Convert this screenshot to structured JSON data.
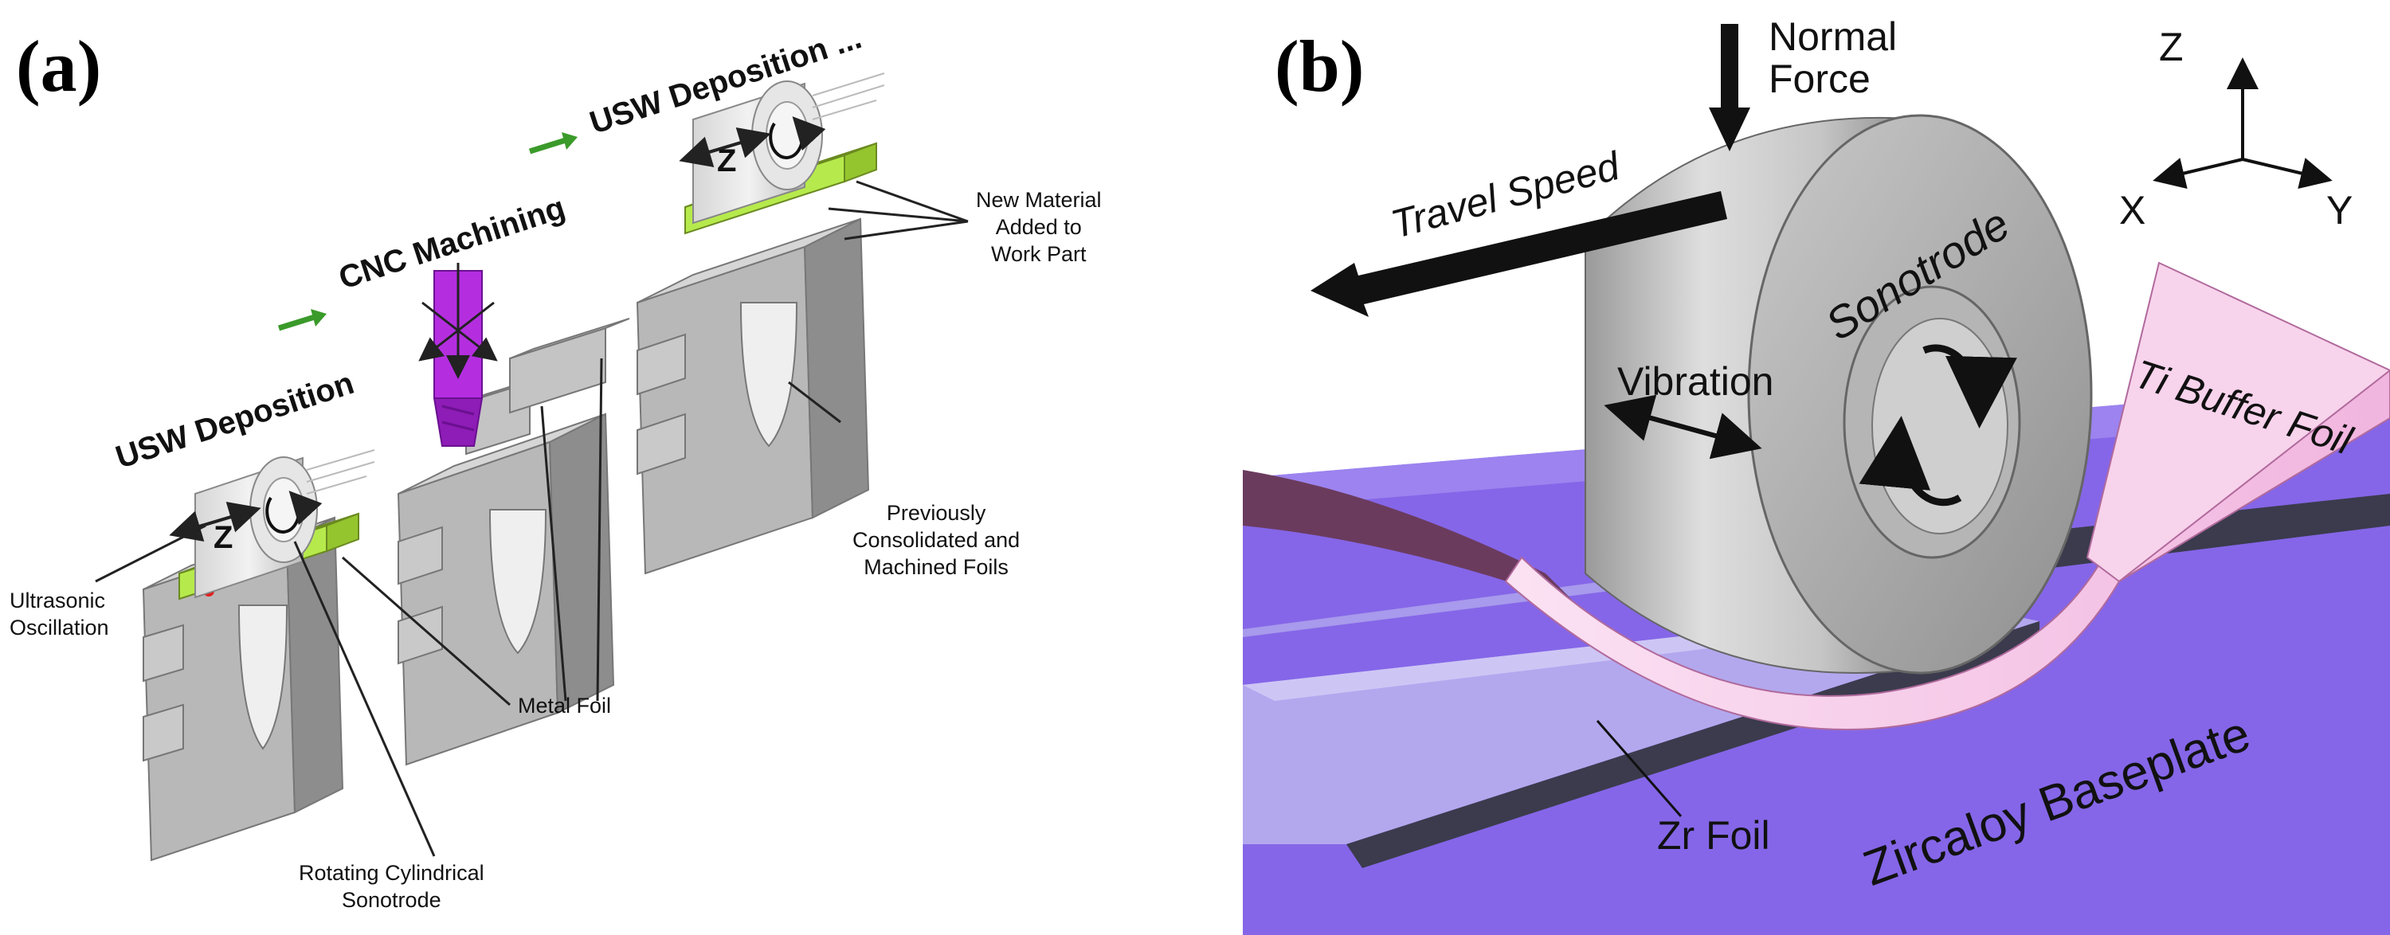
{
  "panel_a": {
    "label": "(a)",
    "stages": {
      "first": "USW Deposition",
      "second": "CNC Machining",
      "third": "USW Deposition ..."
    },
    "callouts": {
      "ultrasonic": "Ultrasonic\nOscillation",
      "rotating": "Rotating Cylindrical\nSonotrode",
      "metal_foil": "Metal Foil",
      "previously": "Previously\nConsolidated and\nMachined Foils",
      "new_material": "New Material\nAdded to\nWork Part"
    },
    "glyph": "Z",
    "colors": {
      "foil": "#b6ea4c",
      "tool": "#b42ee0",
      "part": "#a9a9a9",
      "arrow": "#3a9a2a"
    }
  },
  "panel_b": {
    "label": "(b)",
    "labels": {
      "normal_force": "Normal\nForce",
      "travel_speed": "Travel Speed",
      "sonotrode": "Sonotrode",
      "vibration": "Vibration",
      "ti_buffer": "Ti Buffer Foil",
      "baseplate": "Zircaloy Baseplate",
      "zr_foil": "Zr Foil"
    },
    "axes": {
      "z": "Z",
      "x": "X",
      "y": "Y"
    },
    "colors": {
      "baseplate": "#8566e8",
      "zr_foil": "#b3a8ee",
      "ti_foil": "#f6c8e8",
      "sonotrode": "#b8b8b8"
    }
  }
}
